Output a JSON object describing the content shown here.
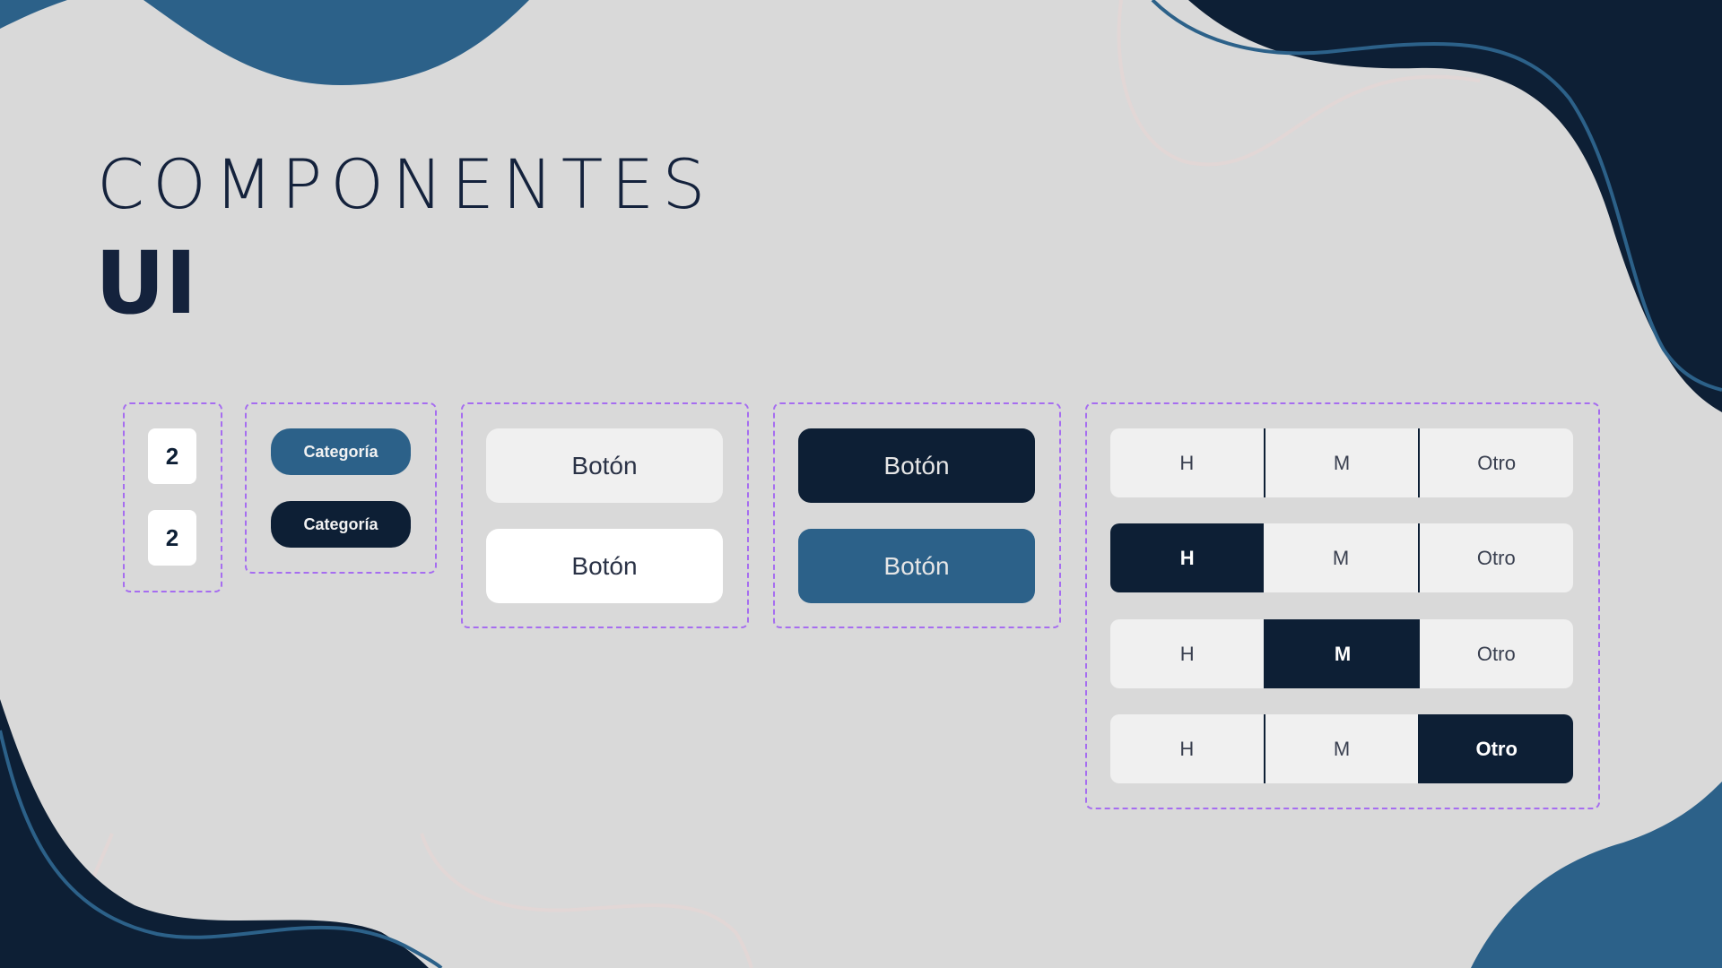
{
  "title": {
    "line1": "COMPONENTES",
    "line2": "UI"
  },
  "colors": {
    "background": "#d9d9d9",
    "navy": "#0d1f35",
    "blue": "#2c6189",
    "dashed_border": "#a66df0"
  },
  "number_badges": [
    "2",
    "2"
  ],
  "category_pills": [
    {
      "label": "Categoría",
      "color": "#2c6189"
    },
    {
      "label": "Categoría",
      "color": "#0d1f35"
    }
  ],
  "light_buttons": [
    {
      "label": "Botón",
      "color": "#f0f0f0"
    },
    {
      "label": "Botón",
      "color": "#ffffff"
    }
  ],
  "dark_buttons": [
    {
      "label": "Botón",
      "color": "#0d1f35"
    },
    {
      "label": "Botón",
      "color": "#2c6189"
    }
  ],
  "segmented_controls": [
    {
      "options": [
        "H",
        "M",
        "Otro"
      ],
      "selected": null
    },
    {
      "options": [
        "H",
        "M",
        "Otro"
      ],
      "selected": "H"
    },
    {
      "options": [
        "H",
        "M",
        "Otro"
      ],
      "selected": "M"
    },
    {
      "options": [
        "H",
        "M",
        "Otro"
      ],
      "selected": "Otro"
    }
  ]
}
